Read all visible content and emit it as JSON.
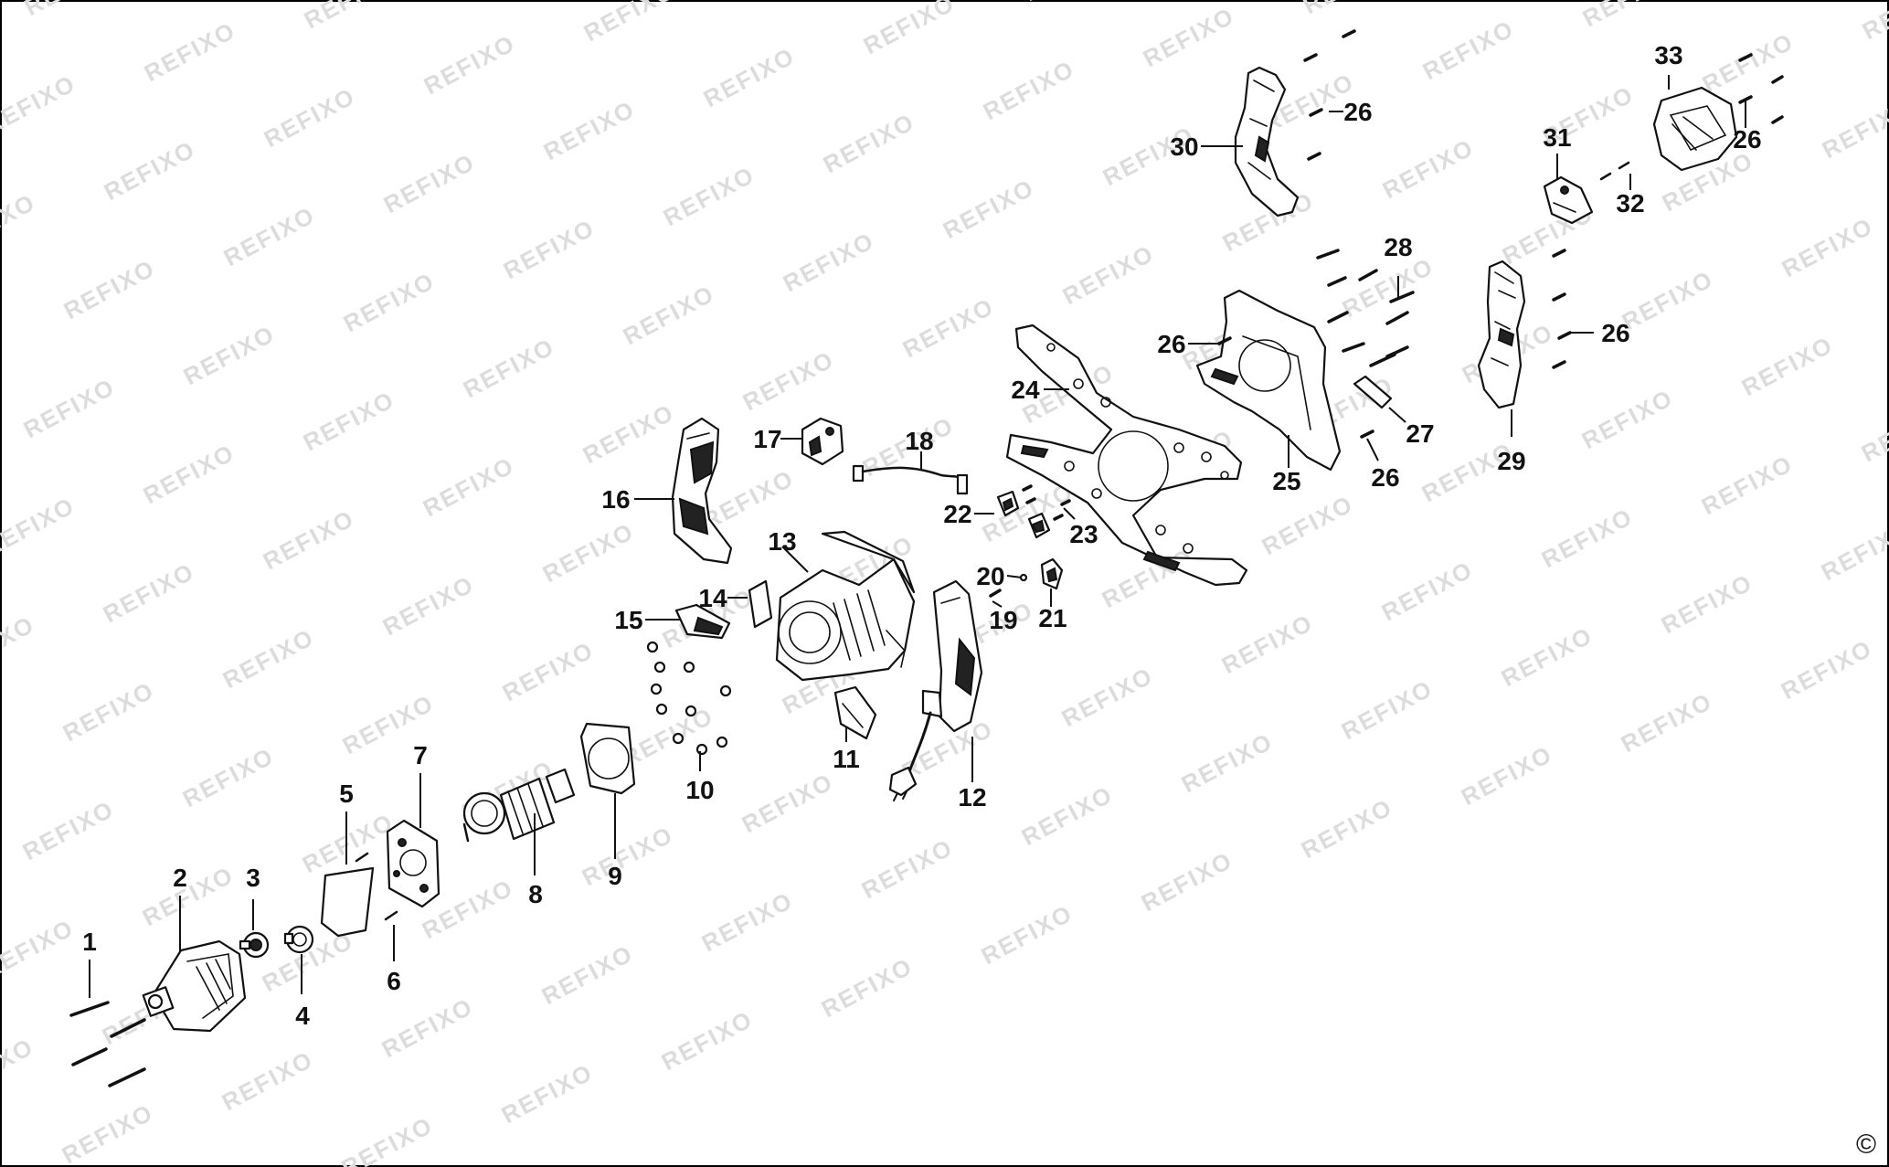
{
  "watermark": "REFIXO",
  "copyright": "©",
  "labels": {
    "p1": "1",
    "p2": "2",
    "p3": "3",
    "p4": "4",
    "p5": "5",
    "p6": "6",
    "p7": "7",
    "p8": "8",
    "p9": "9",
    "p10": "10",
    "p11": "11",
    "p12": "12",
    "p13": "13",
    "p14": "14",
    "p15": "15",
    "p16": "16",
    "p17": "17",
    "p18": "18",
    "p19": "19",
    "p20": "20",
    "p21": "21",
    "p22": "22",
    "p23": "23",
    "p24": "24",
    "p25": "25",
    "p26": "26",
    "p27": "27",
    "p28": "28",
    "p29": "29",
    "p30": "30",
    "p31": "31",
    "p32": "32",
    "p33": "33"
  }
}
